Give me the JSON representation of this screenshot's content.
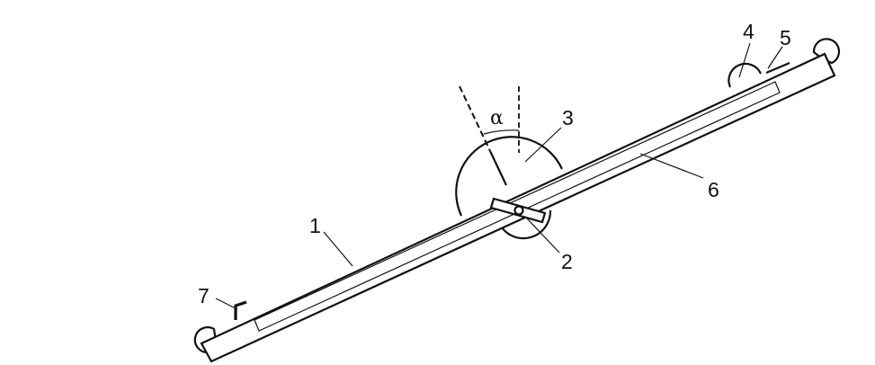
{
  "figure": {
    "angle_symbol": "α",
    "callouts": {
      "beam": "1",
      "pivot": "2",
      "protractor": "3",
      "top_wheel": "4",
      "end_plate": "5",
      "inner_slot": "6",
      "bracket": "7"
    }
  }
}
